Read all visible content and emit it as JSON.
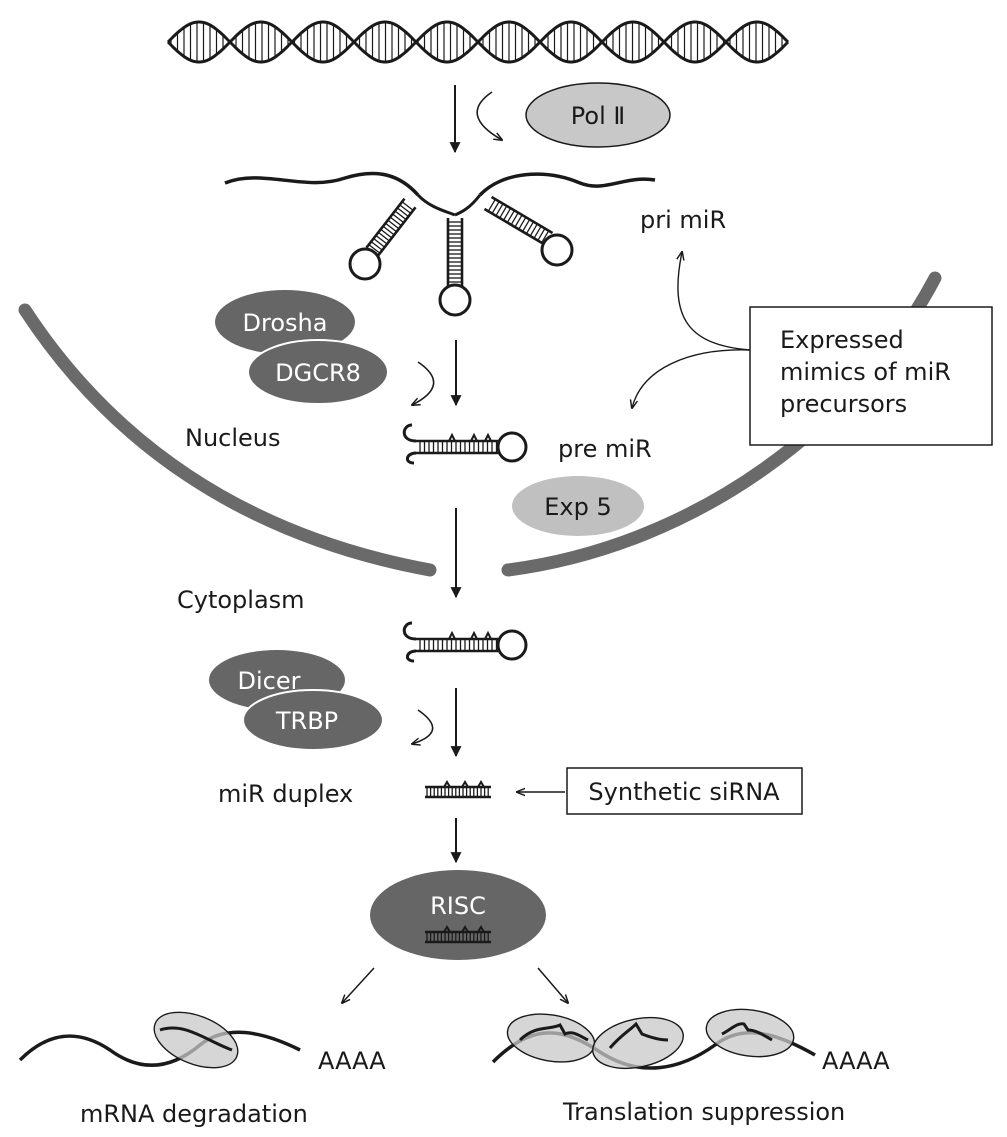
{
  "labels": {
    "pol2": "Pol  Ⅱ",
    "pri_mir": "pri miR",
    "drosha": "Drosha",
    "dgcr8": "DGCR8",
    "nucleus": "Nucleus",
    "pre_mir": "pre miR",
    "exp5": "Exp 5",
    "cytoplasm": "Cytoplasm",
    "dicer": "Dicer",
    "trbp": "TRBP",
    "mir_duplex": "miR duplex",
    "risc": "RISC",
    "aaaa_left": "AAAA",
    "aaaa_right": "AAAA",
    "mrna_degradation": "mRNA  degradation",
    "translation_suppression": "Translation suppression"
  },
  "boxes": {
    "expressed_mimics": [
      "Expressed",
      "mimics of miR",
      "precursors"
    ],
    "synthetic_sirna": "Synthetic siRNA"
  },
  "colors": {
    "dark_protein": "#666666",
    "light_protein": "#c8c8c8",
    "membrane": "#6a6a6a",
    "ink": "#1a1a1a"
  }
}
